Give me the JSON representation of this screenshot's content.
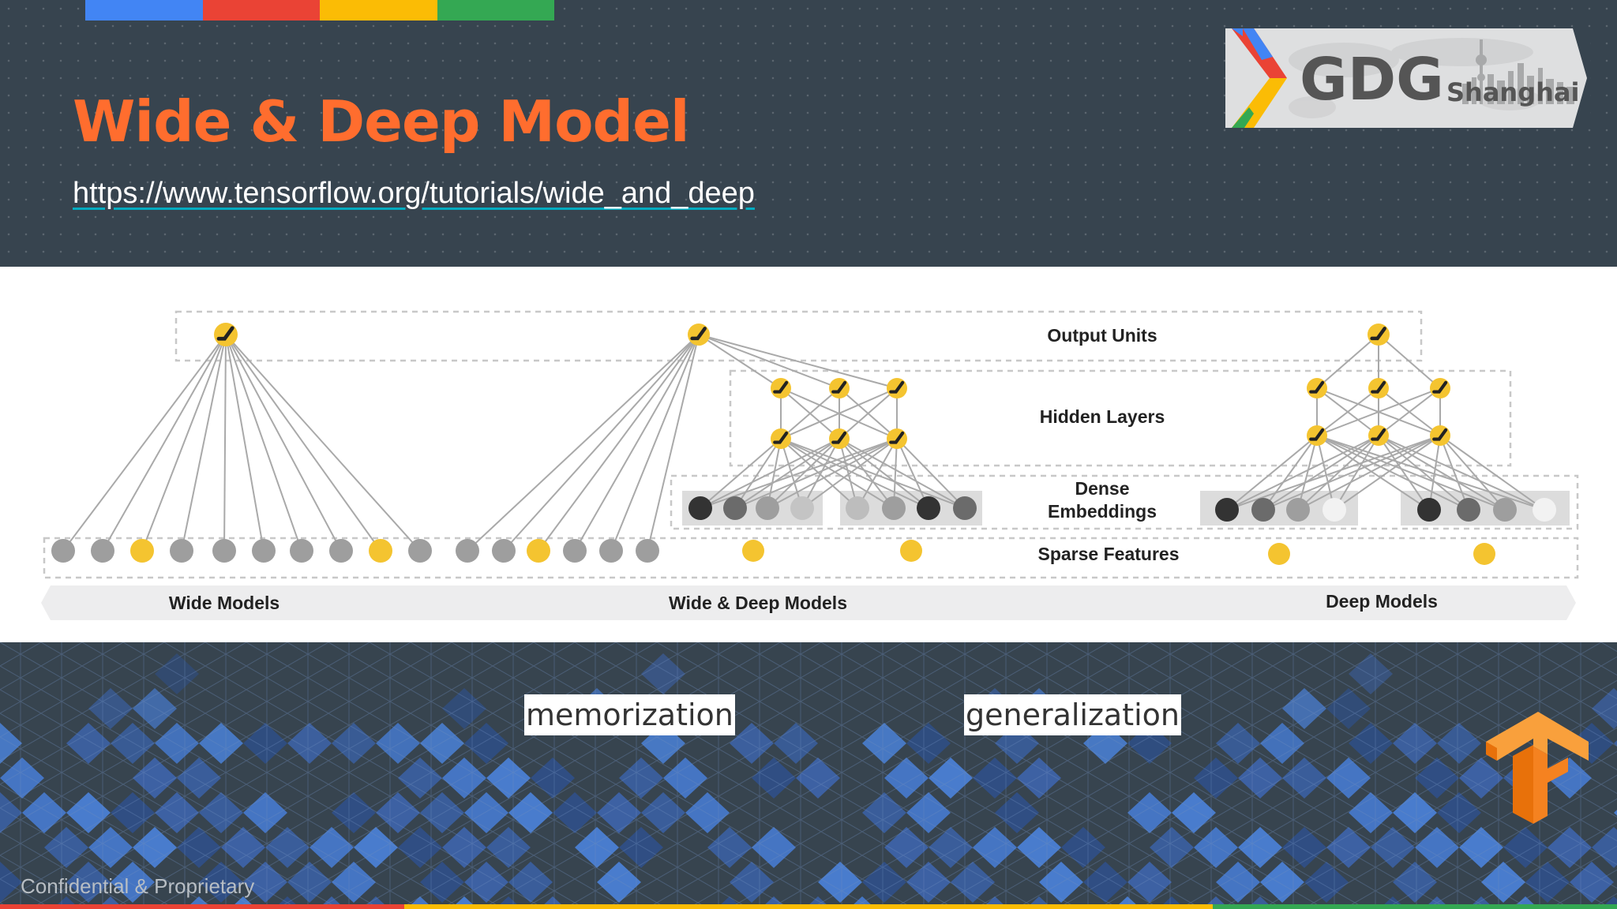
{
  "slide": {
    "title": "Wide & Deep Model",
    "url": "https://www.tensorflow.org/tutorials/wide_and_deep",
    "footer": "Confidential & Proprietary",
    "terms": {
      "memorization": "memorization",
      "generalization": "generalization"
    }
  },
  "logo": {
    "gdg": "GDG",
    "city": "Shanghai"
  },
  "diagram": {
    "labels": {
      "output_units": "Output Units",
      "hidden_layers": "Hidden Layers",
      "dense_embeddings_line1": "Dense",
      "dense_embeddings_line2": "Embeddings",
      "sparse_features": "Sparse Features"
    },
    "models": {
      "wide": "Wide Models",
      "wide_deep": "Wide & Deep Models",
      "deep": "Deep Models"
    }
  },
  "colors": {
    "title": "#ff6d2e",
    "background": "#37444f",
    "google_blue": "#4285f4",
    "google_red": "#ea4335",
    "google_yellow": "#fbbc05",
    "google_green": "#34a853",
    "node_yellow": "#f4c430",
    "node_gray": "#9e9e9e",
    "tensorflow_orange": "#f58220"
  },
  "icons": [
    "gdg-chevron-icon",
    "tensorflow-logo-icon"
  ]
}
